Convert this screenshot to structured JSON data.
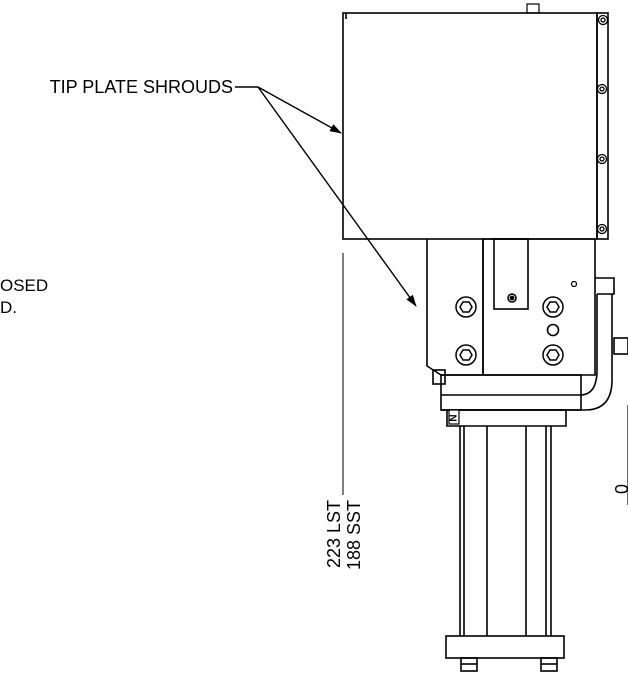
{
  "callout": {
    "shroud_label": "TIP PLATE SHROUDS",
    "partial_note_line1": "OSED",
    "partial_note_line2": "D."
  },
  "dimensions": {
    "lst": "223 LST",
    "sst": "188 SST",
    "right_edge": "0"
  },
  "markings": {
    "flange_letter": "N"
  },
  "colors": {
    "line": "#000000",
    "background": "#ffffff"
  }
}
